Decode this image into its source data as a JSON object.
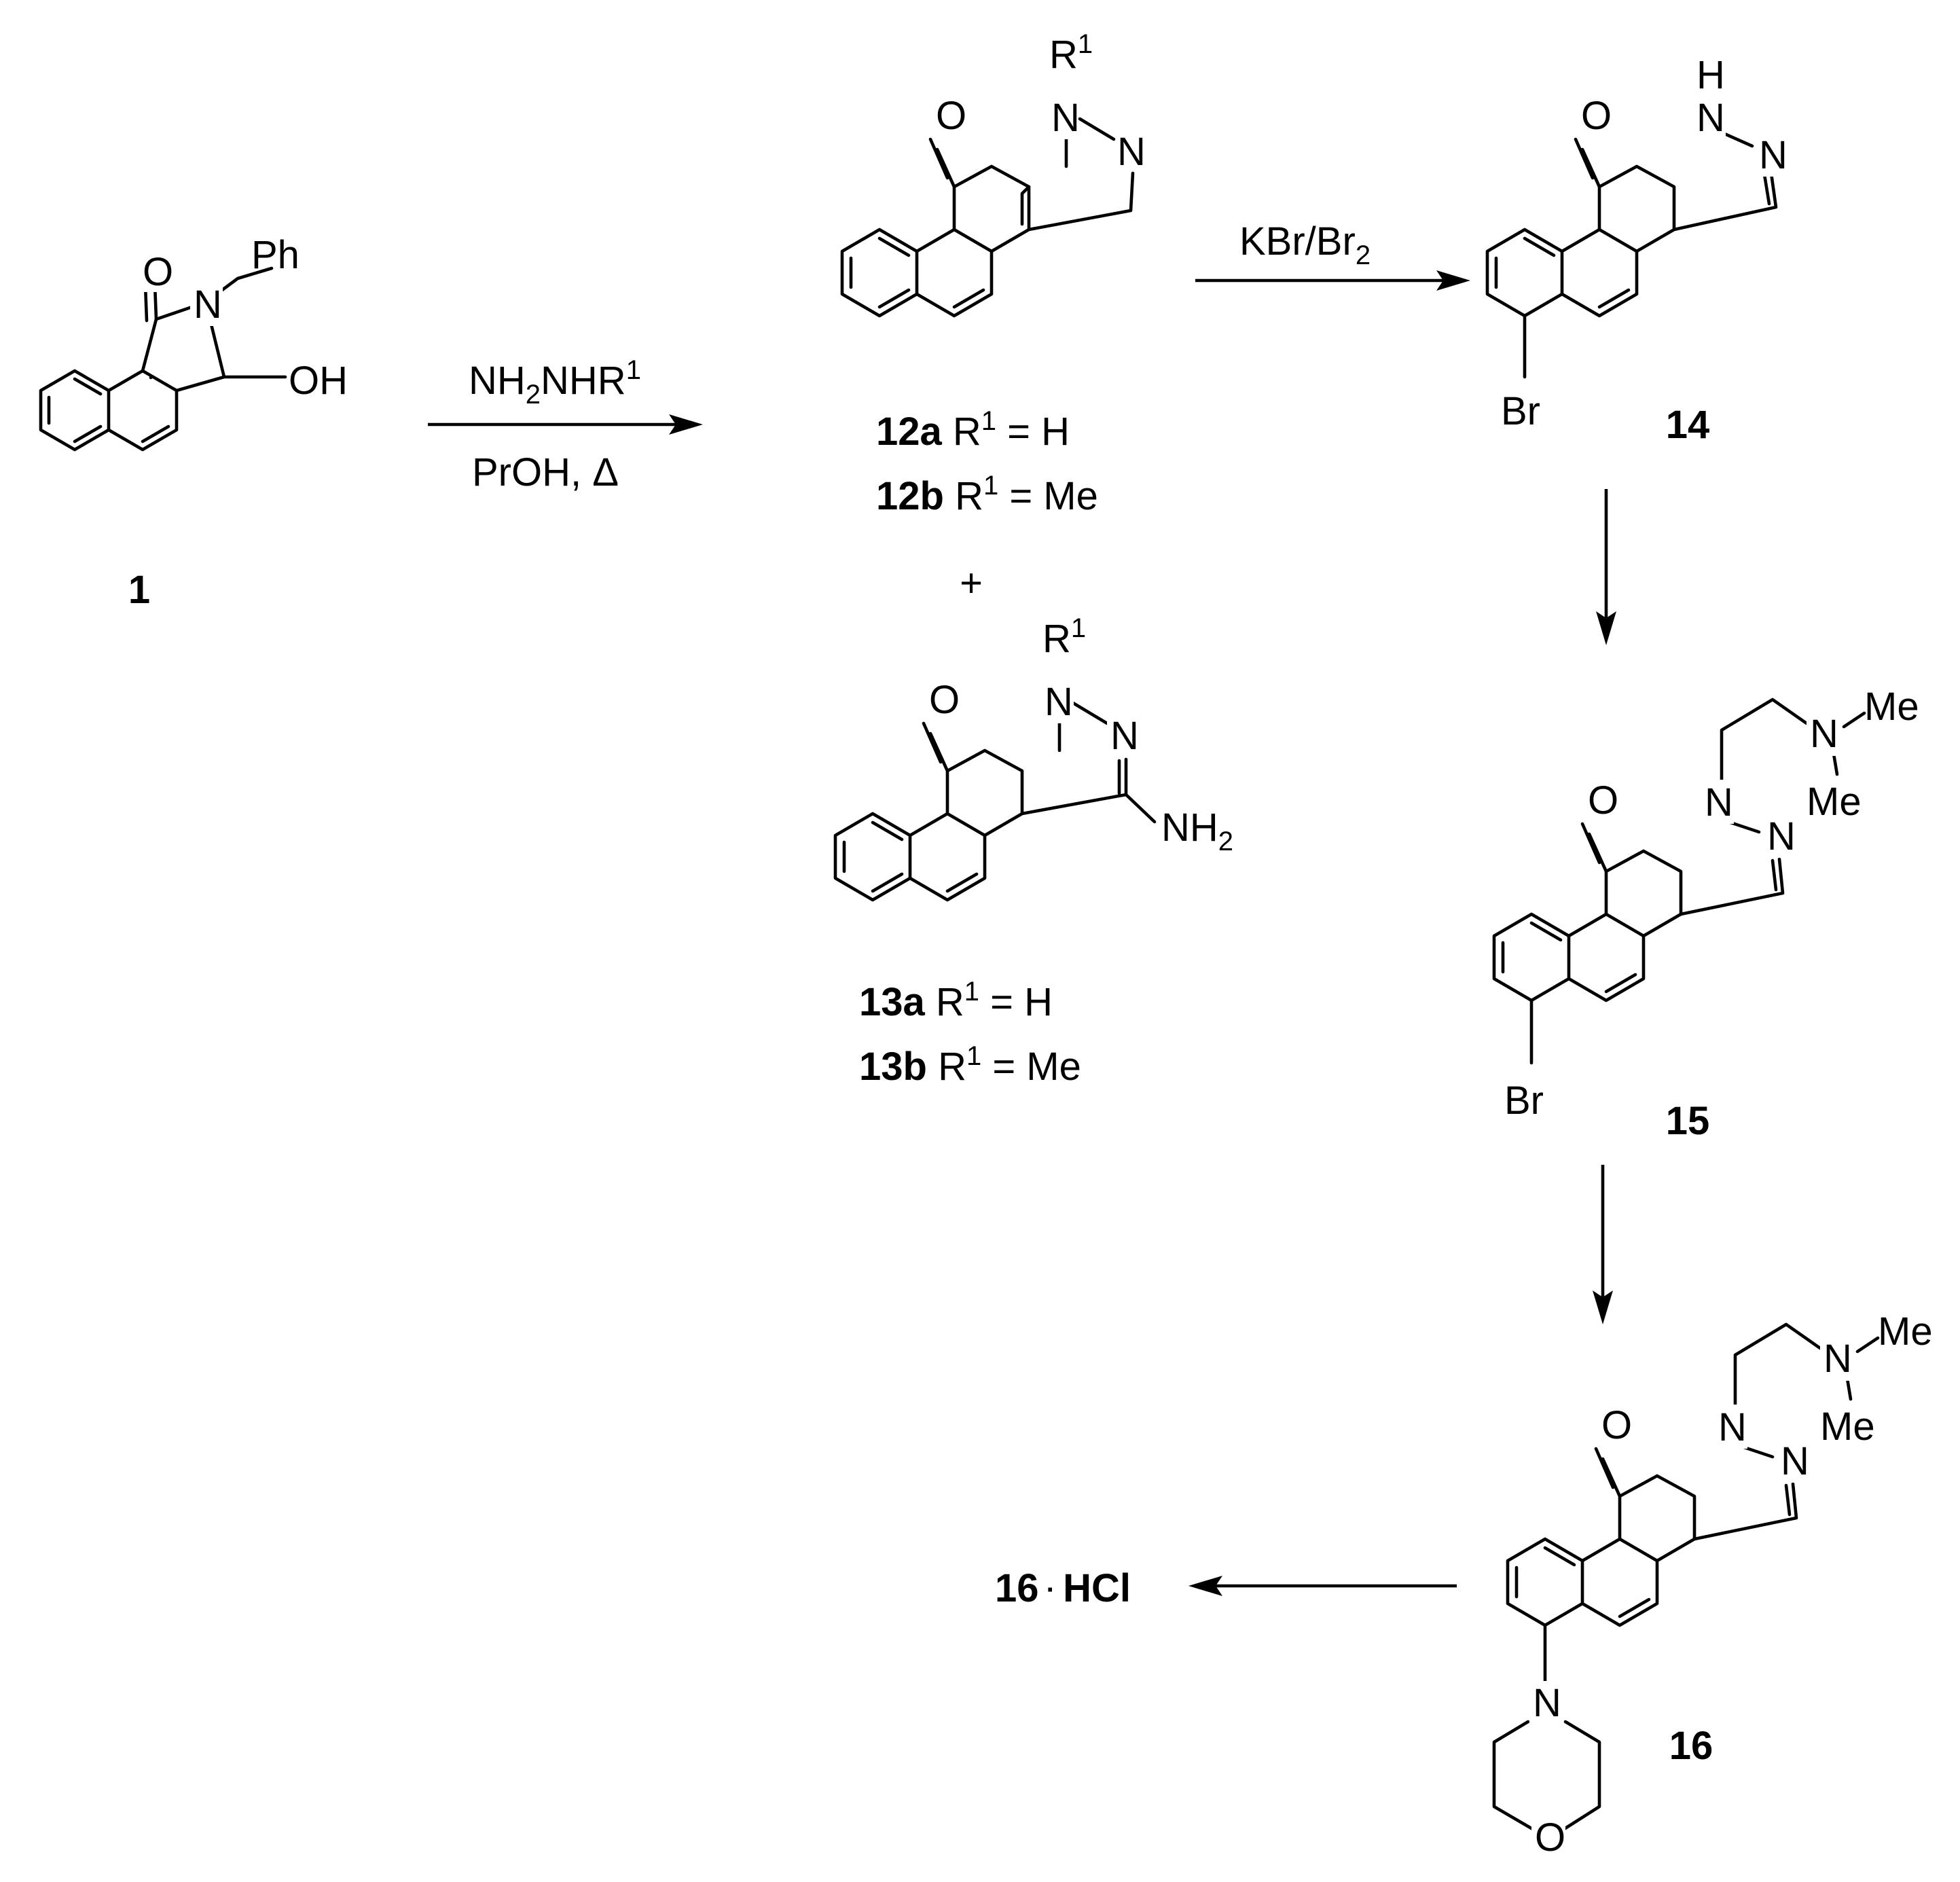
{
  "title": "",
  "compounds": {
    "c1": {
      "id": "1"
    },
    "c12a": {
      "id": "12a",
      "text": " R",
      "sup": "1",
      "tail": " = H"
    },
    "c12b": {
      "id": "12b",
      "text": " R",
      "sup": "1",
      "tail": " = Me"
    },
    "c13a": {
      "id": "13a",
      "text": " R",
      "sup": "1",
      "tail": " = H"
    },
    "c13b": {
      "id": "13b",
      "text": " R",
      "sup": "1",
      "tail": " = Me"
    },
    "c14": {
      "id": "14"
    },
    "c15": {
      "id": "15"
    },
    "c16": {
      "id": "16"
    },
    "c16hcl": {
      "id": "16",
      "salt": "HCl"
    }
  },
  "plus": "+",
  "reagents": {
    "step1_top": {
      "a": "NH",
      "b": "2",
      "c": "NHR",
      "d": "1"
    },
    "step1_bottom": "PrOH, Δ",
    "step2": {
      "a": "KBr/Br",
      "b": "2"
    }
  },
  "atoms": {
    "O": "O",
    "N": "N",
    "H": "H",
    "Br": "Br",
    "Ph": "Ph",
    "OH": "OH",
    "R": "R",
    "R_sup": "1",
    "NH": "NH",
    "NH_sub": "2",
    "Me": "Me"
  }
}
